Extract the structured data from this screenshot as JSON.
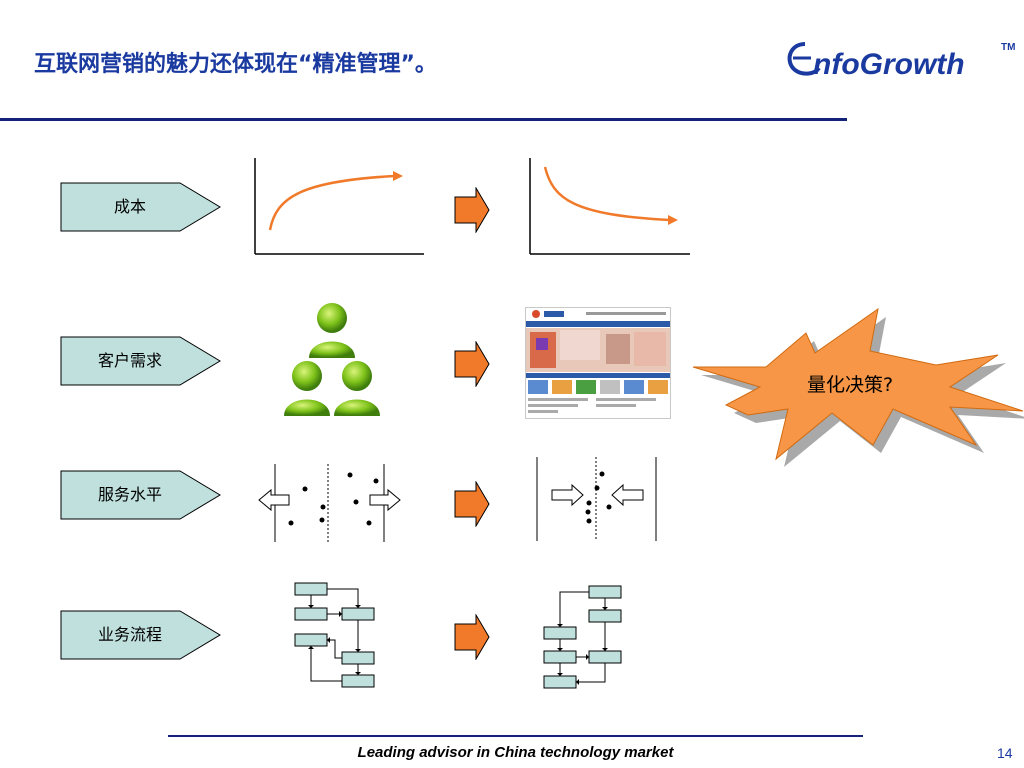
{
  "header": {
    "title": "互联网营销的魅力还体现在“精准管理”。",
    "logo_text": "nfoGrowth",
    "logo_tm": "TM"
  },
  "rows": [
    {
      "label": "成本"
    },
    {
      "label": "客户需求"
    },
    {
      "label": "服务水平"
    },
    {
      "label": "业务流程"
    }
  ],
  "callout": {
    "text": "量化决策?"
  },
  "footer": {
    "tagline": "Leading advisor in China technology market",
    "page_number": "14"
  },
  "colors": {
    "title": "#1a3aa0",
    "rule": "#14237a",
    "label_fill": "#bfe0dc",
    "arrow": "#f07a2a",
    "burst": "#f79646"
  }
}
